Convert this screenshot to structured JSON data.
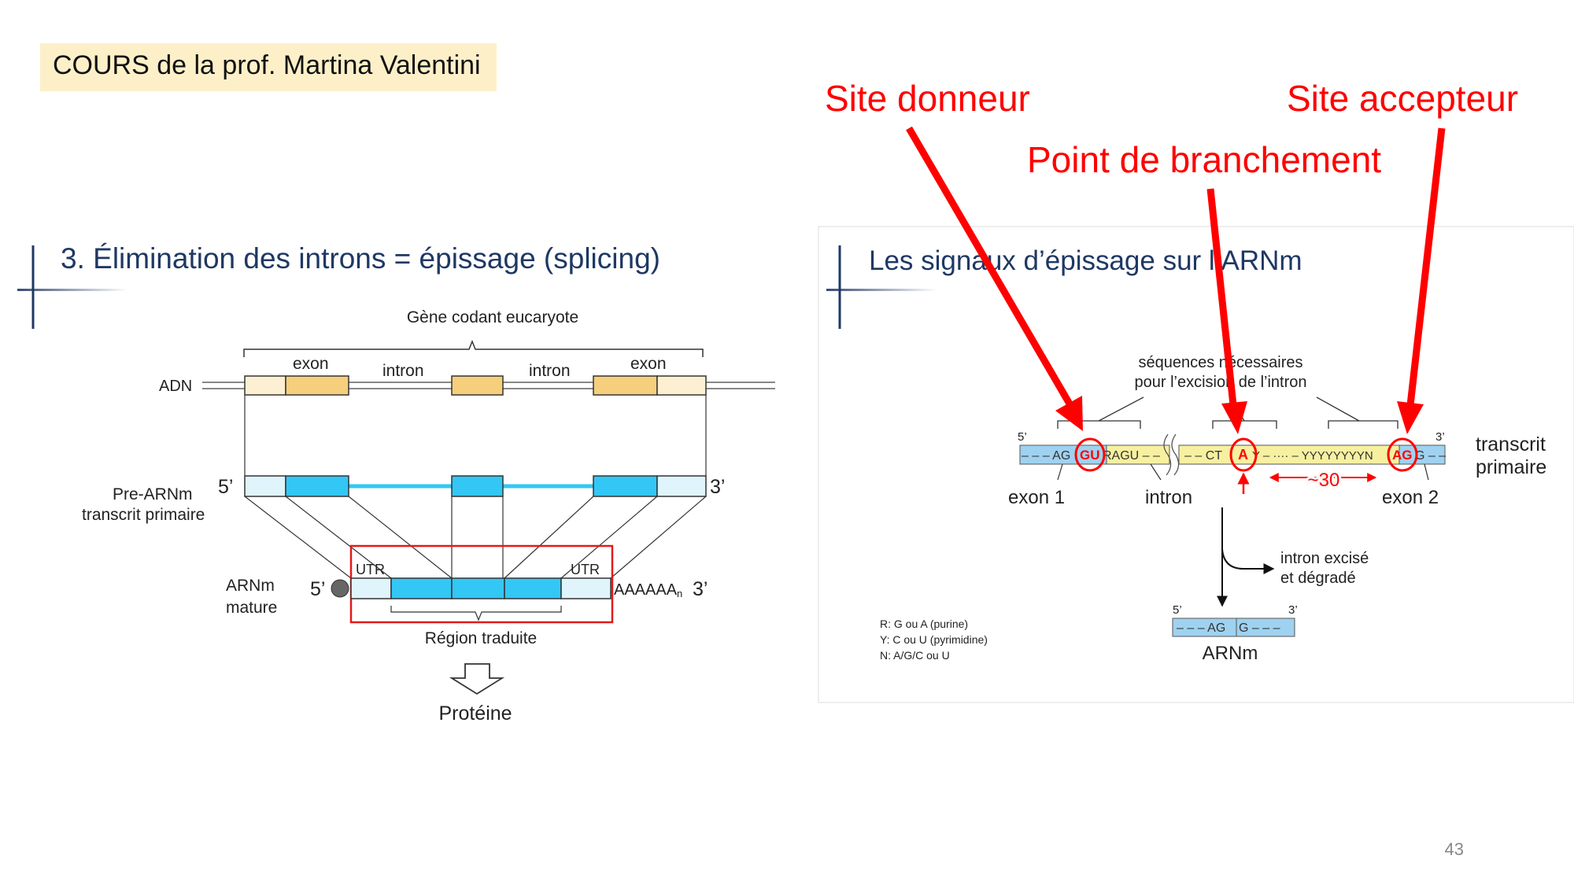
{
  "header": {
    "author": "COURS de la prof. Martina Valentini"
  },
  "annotations": {
    "donor": "Site donneur",
    "branch": "Point de branchement",
    "acceptor": "Site accepteur"
  },
  "left_panel": {
    "title": "3. Élimination des introns = épissage (splicing)",
    "gene_label": "Gène codant eucaryote",
    "dna_label": "ADN",
    "exon": "exon",
    "intron": "intron",
    "pre_mrna_label_1": "Pre-ARNm",
    "pre_mrna_label_2": "transcrit primaire",
    "five_prime": "5’",
    "three_prime": "3’",
    "mature_label_1": "ARNm",
    "mature_label_2": "mature",
    "utr": "UTR",
    "polya": "AAAAAA",
    "polya_sub": "n",
    "translated_region": "Région traduite",
    "protein": "Protéine"
  },
  "right_panel": {
    "title": "Les signaux d’épissage sur l’ARNm",
    "seq_note_1": "séquences nécessaires",
    "seq_note_2": "pour l’excision de l’intron",
    "five": "5’",
    "three": "3’",
    "seq_exon1": "– – – AG",
    "seq_gu": "GU",
    "seq_ragu": "RAGU – –",
    "seq_ct": "– – CT",
    "seq_a": "A",
    "seq_y": "Y – ···· – YYYYYYYYN",
    "seq_ag": "AG",
    "seq_g": "G – –",
    "dist": "~30",
    "exon1": "exon 1",
    "intron": "intron",
    "exon2": "exon 2",
    "transcript_1": "transcrit",
    "transcript_2": "primaire",
    "excised_1": "intron excisé",
    "excised_2": "et dégradé",
    "mrna_seq_left": "– – – AG",
    "mrna_seq_right": "G – – –",
    "mrna_label": "ARNm",
    "legend_r": "R: G ou A (purine)",
    "legend_y": "Y: C ou U (pyrimidine)",
    "legend_n": "N: A/G/C ou U"
  },
  "footer": {
    "page_number": "43"
  },
  "colors": {
    "title": "#1f3864",
    "exon_dark": "#f5cf7c",
    "exon_light": "#fdf0d2",
    "rna_blue": "#33c7f5",
    "rna_light": "#dff4fb",
    "seq_blue": "#9fd2f0",
    "seq_yellow": "#f7f0a0",
    "annotation_red": "#ff0000"
  }
}
